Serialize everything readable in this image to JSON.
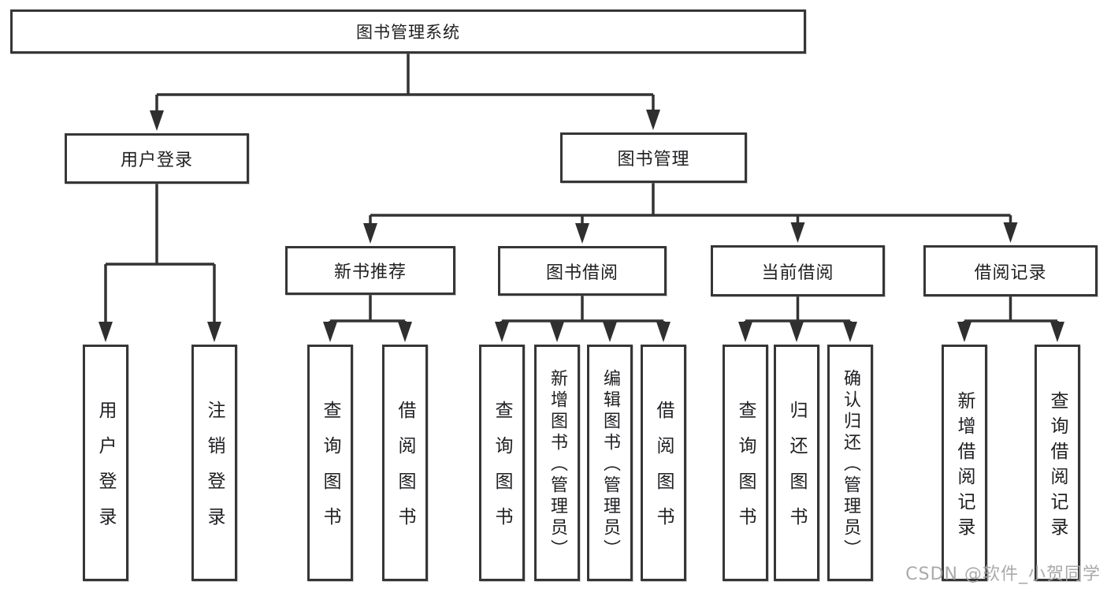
{
  "diagram_type": "hierarchy-tree",
  "tree": {
    "label": "图书管理系统",
    "children": [
      {
        "label": "用户登录",
        "children": [
          {
            "label": "用户登录"
          },
          {
            "label": "注销登录"
          }
        ]
      },
      {
        "label": "图书管理",
        "children": [
          {
            "label": "新书推荐",
            "children": [
              {
                "label": "查询图书"
              },
              {
                "label": "借阅图书"
              }
            ]
          },
          {
            "label": "图书借阅",
            "children": [
              {
                "label": "查询图书"
              },
              {
                "label": "新增图书（管理员）"
              },
              {
                "label": "编辑图书（管理员）"
              },
              {
                "label": "借阅图书"
              }
            ]
          },
          {
            "label": "当前借阅",
            "children": [
              {
                "label": "查询图书"
              },
              {
                "label": "归还图书"
              },
              {
                "label": "确认归还（管理员）"
              }
            ]
          },
          {
            "label": "借阅记录",
            "children": [
              {
                "label": "新增借阅记录"
              },
              {
                "label": "查询借阅记录"
              }
            ]
          }
        ]
      }
    ]
  },
  "watermark": "CSDN @软件_小贺同学",
  "colors": {
    "background": "#ffffff",
    "box_border": "#363636",
    "line": "#333333",
    "text": "#202024",
    "watermark": "#a3a3a6"
  }
}
